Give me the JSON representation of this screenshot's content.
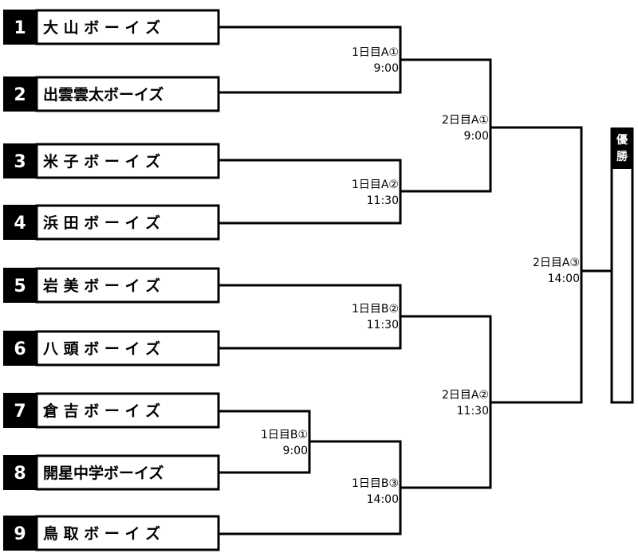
{
  "teams": [
    {
      "num": "1",
      "name": "大 山 ボ ー イ ズ"
    },
    {
      "num": "2",
      "name": "出雲雲太ボーイズ"
    },
    {
      "num": "3",
      "name": "米 子 ボ ー イ ズ"
    },
    {
      "num": "4",
      "name": "浜 田 ボ ー イ ズ"
    },
    {
      "num": "5",
      "name": "岩 美 ボ ー イ ズ"
    },
    {
      "num": "6",
      "name": "八 頭 ボ ー イ ズ"
    },
    {
      "num": "7",
      "name": "倉 吉 ボ ー イ ズ"
    },
    {
      "num": "8",
      "name": "開星中学ボーイズ"
    },
    {
      "num": "9",
      "name": "鳥 取 ボ ー イ ズ"
    }
  ],
  "matches": [
    {
      "id": "d1a1",
      "label": "1日目A①",
      "time": "9:00"
    },
    {
      "id": "d1a2",
      "label": "1日目A②",
      "time": "11:30"
    },
    {
      "id": "d1b2",
      "label": "1日目B②",
      "time": "11:30"
    },
    {
      "id": "d1b1",
      "label": "1日目B①",
      "time": "9:00"
    },
    {
      "id": "d1b3",
      "label": "1日目B③",
      "time": "14:00"
    },
    {
      "id": "d2a1",
      "label": "2日目A①",
      "time": "9:00"
    },
    {
      "id": "d2a2",
      "label": "2日目A②",
      "time": "11:30"
    },
    {
      "id": "d2a3",
      "label": "2日目A③",
      "time": "14:00"
    }
  ],
  "champion": {
    "label": "優勝"
  }
}
